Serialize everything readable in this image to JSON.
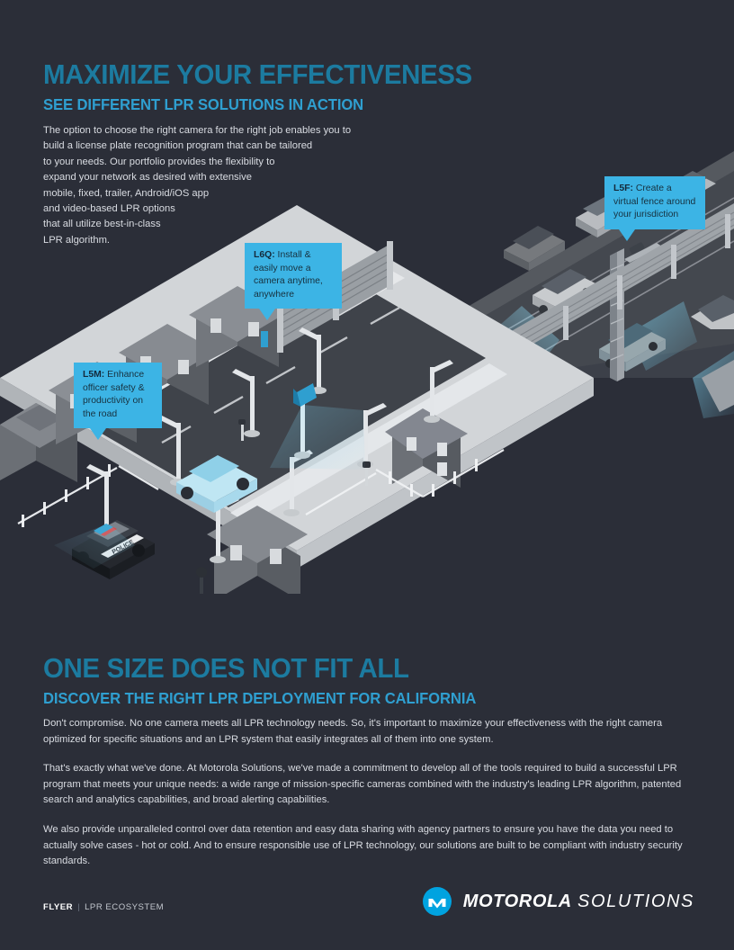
{
  "hero": {
    "title": "MAXIMIZE YOUR EFFECTIVENESS",
    "subtitle": "SEE DIFFERENT LPR SOLUTIONS IN ACTION",
    "intro_lines": [
      "The option to choose the right camera for the right job enables you to",
      "build a license plate recognition program that can be tailored",
      "to your needs. Our portfolio provides the flexibility to",
      "expand your network as desired with extensive",
      "mobile, fixed, trailer, Android/iOS app",
      "and video-based LPR options",
      "that all utilize best-in-class",
      "LPR algorithm."
    ]
  },
  "callouts": [
    {
      "id": "L6Q",
      "label": "L6Q:",
      "text": " Install & easily move a camera anytime, anywhere"
    },
    {
      "id": "L5M",
      "label": "L5M:",
      "text": " Enhance officer safety & productivity on the road"
    },
    {
      "id": "L5F",
      "label": "L5F:",
      "text": " Create a virtual fence around your jurisdiction"
    }
  ],
  "lower": {
    "title": "ONE SIZE DOES NOT FIT ALL",
    "subtitle": "DISCOVER THE RIGHT LPR DEPLOYMENT FOR CALIFORNIA",
    "paragraphs": [
      "Don't compromise. No one camera meets all LPR technology needs. So, it's important to maximize your effectiveness with the right camera optimized for specific situations and an LPR system that easily integrates all of them into one system.",
      "That's exactly what we've done. At Motorola Solutions, we've made a commitment to develop all of the tools required to build a successful LPR program that meets your unique needs: a wide range of mission-specific cameras combined with the industry's leading LPR algorithm, patented search and analytics capabilities, and broad alerting capabilities.",
      "We also provide unparalleled control over data retention and easy data sharing with agency partners to ensure you have the data you need to actually solve cases - hot or cold. And to ensure responsible use of LPR technology, our solutions are built to be compliant with industry security standards."
    ]
  },
  "footer": {
    "doc_type": "FLYER",
    "separator": "|",
    "doc_name": "LPR ECOSYSTEM",
    "brand_bold": "MOTOROLA",
    "brand_light": "SOLUTIONS",
    "brand_mark_name": "motorola-batwing-logo"
  },
  "colors": {
    "background": "#2b2e38",
    "heading_blue": "#1c7ba0",
    "subheading_blue": "#2f9fd0",
    "callout_blue": "#3cb4e5",
    "body_text": "#d9dce2",
    "brand_blue": "#00a3e0"
  }
}
